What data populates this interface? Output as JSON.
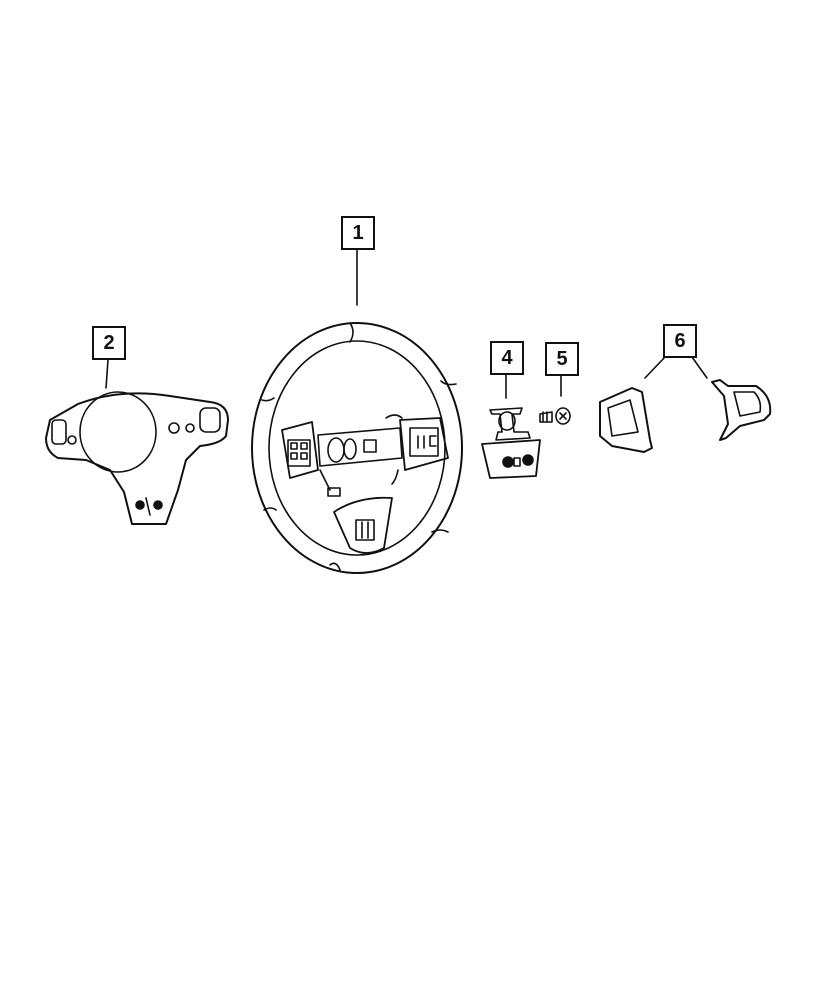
{
  "diagram": {
    "type": "exploded-parts-diagram",
    "subject": "steering wheel assembly",
    "colors": {
      "line": "#111111",
      "background": "#ffffff"
    },
    "callouts": [
      {
        "id": "1",
        "label": "1",
        "part": "steering wheel"
      },
      {
        "id": "2",
        "label": "2",
        "part": "rear cover / back trim"
      },
      {
        "id": "4",
        "label": "4",
        "part": "lower switch / bezel bracket"
      },
      {
        "id": "5",
        "label": "5",
        "part": "screw"
      },
      {
        "id": "6",
        "label": "6",
        "part": "switch bezels (left and right)"
      }
    ]
  }
}
